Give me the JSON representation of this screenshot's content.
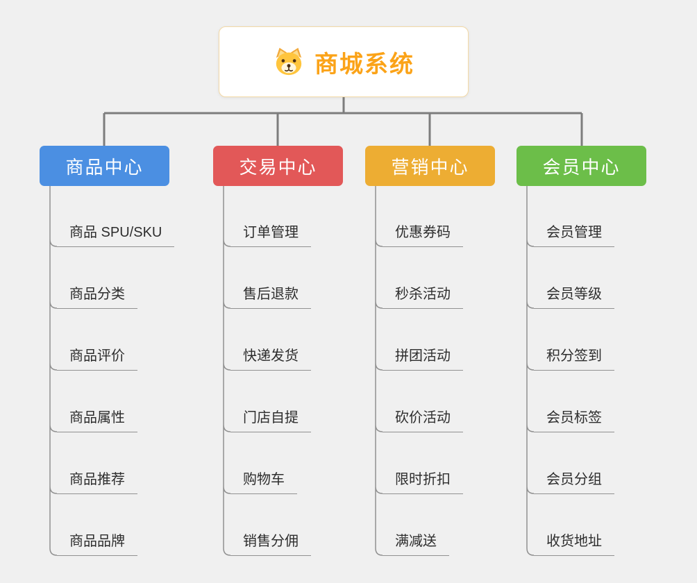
{
  "background": "#f0f0f0",
  "root": {
    "label": "商城系统",
    "color": "#fba318",
    "icon": "dog-icon"
  },
  "branches": [
    {
      "label": "商品中心",
      "color": "#4b8fe2",
      "children": [
        "商品 SPU/SKU",
        "商品分类",
        "商品评价",
        "商品属性",
        "商品推荐",
        "商品品牌"
      ]
    },
    {
      "label": "交易中心",
      "color": "#e25858",
      "children": [
        "订单管理",
        "售后退款",
        "快递发货",
        "门店自提",
        "购物车",
        "销售分佣"
      ]
    },
    {
      "label": "营销中心",
      "color": "#edad33",
      "children": [
        "优惠券码",
        "秒杀活动",
        "拼团活动",
        "砍价活动",
        "限时折扣",
        "满减送"
      ]
    },
    {
      "label": "会员中心",
      "color": "#6cbe49",
      "children": [
        "会员管理",
        "会员等级",
        "积分签到",
        "会员标签",
        "会员分组",
        "收货地址"
      ]
    }
  ],
  "connector_colors": {
    "top_level": "#7d7d7d",
    "child_lines": "#909090"
  }
}
